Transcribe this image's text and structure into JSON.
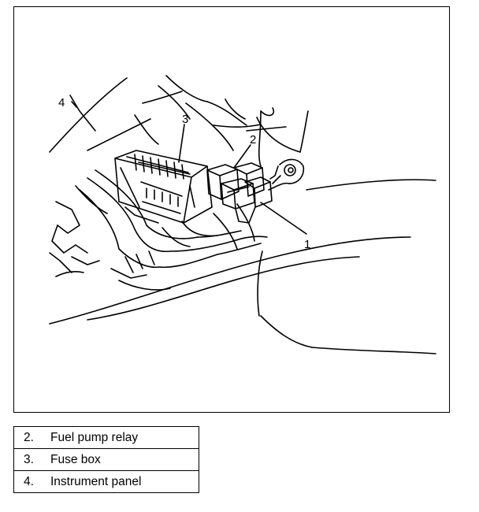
{
  "diagram": {
    "callouts": [
      "1",
      "2",
      "3",
      "4"
    ]
  },
  "legend": {
    "items": [
      {
        "number": "2.",
        "label": "Fuel pump relay"
      },
      {
        "number": "3.",
        "label": "Fuse box"
      },
      {
        "number": "4.",
        "label": "Instrument panel"
      }
    ]
  }
}
